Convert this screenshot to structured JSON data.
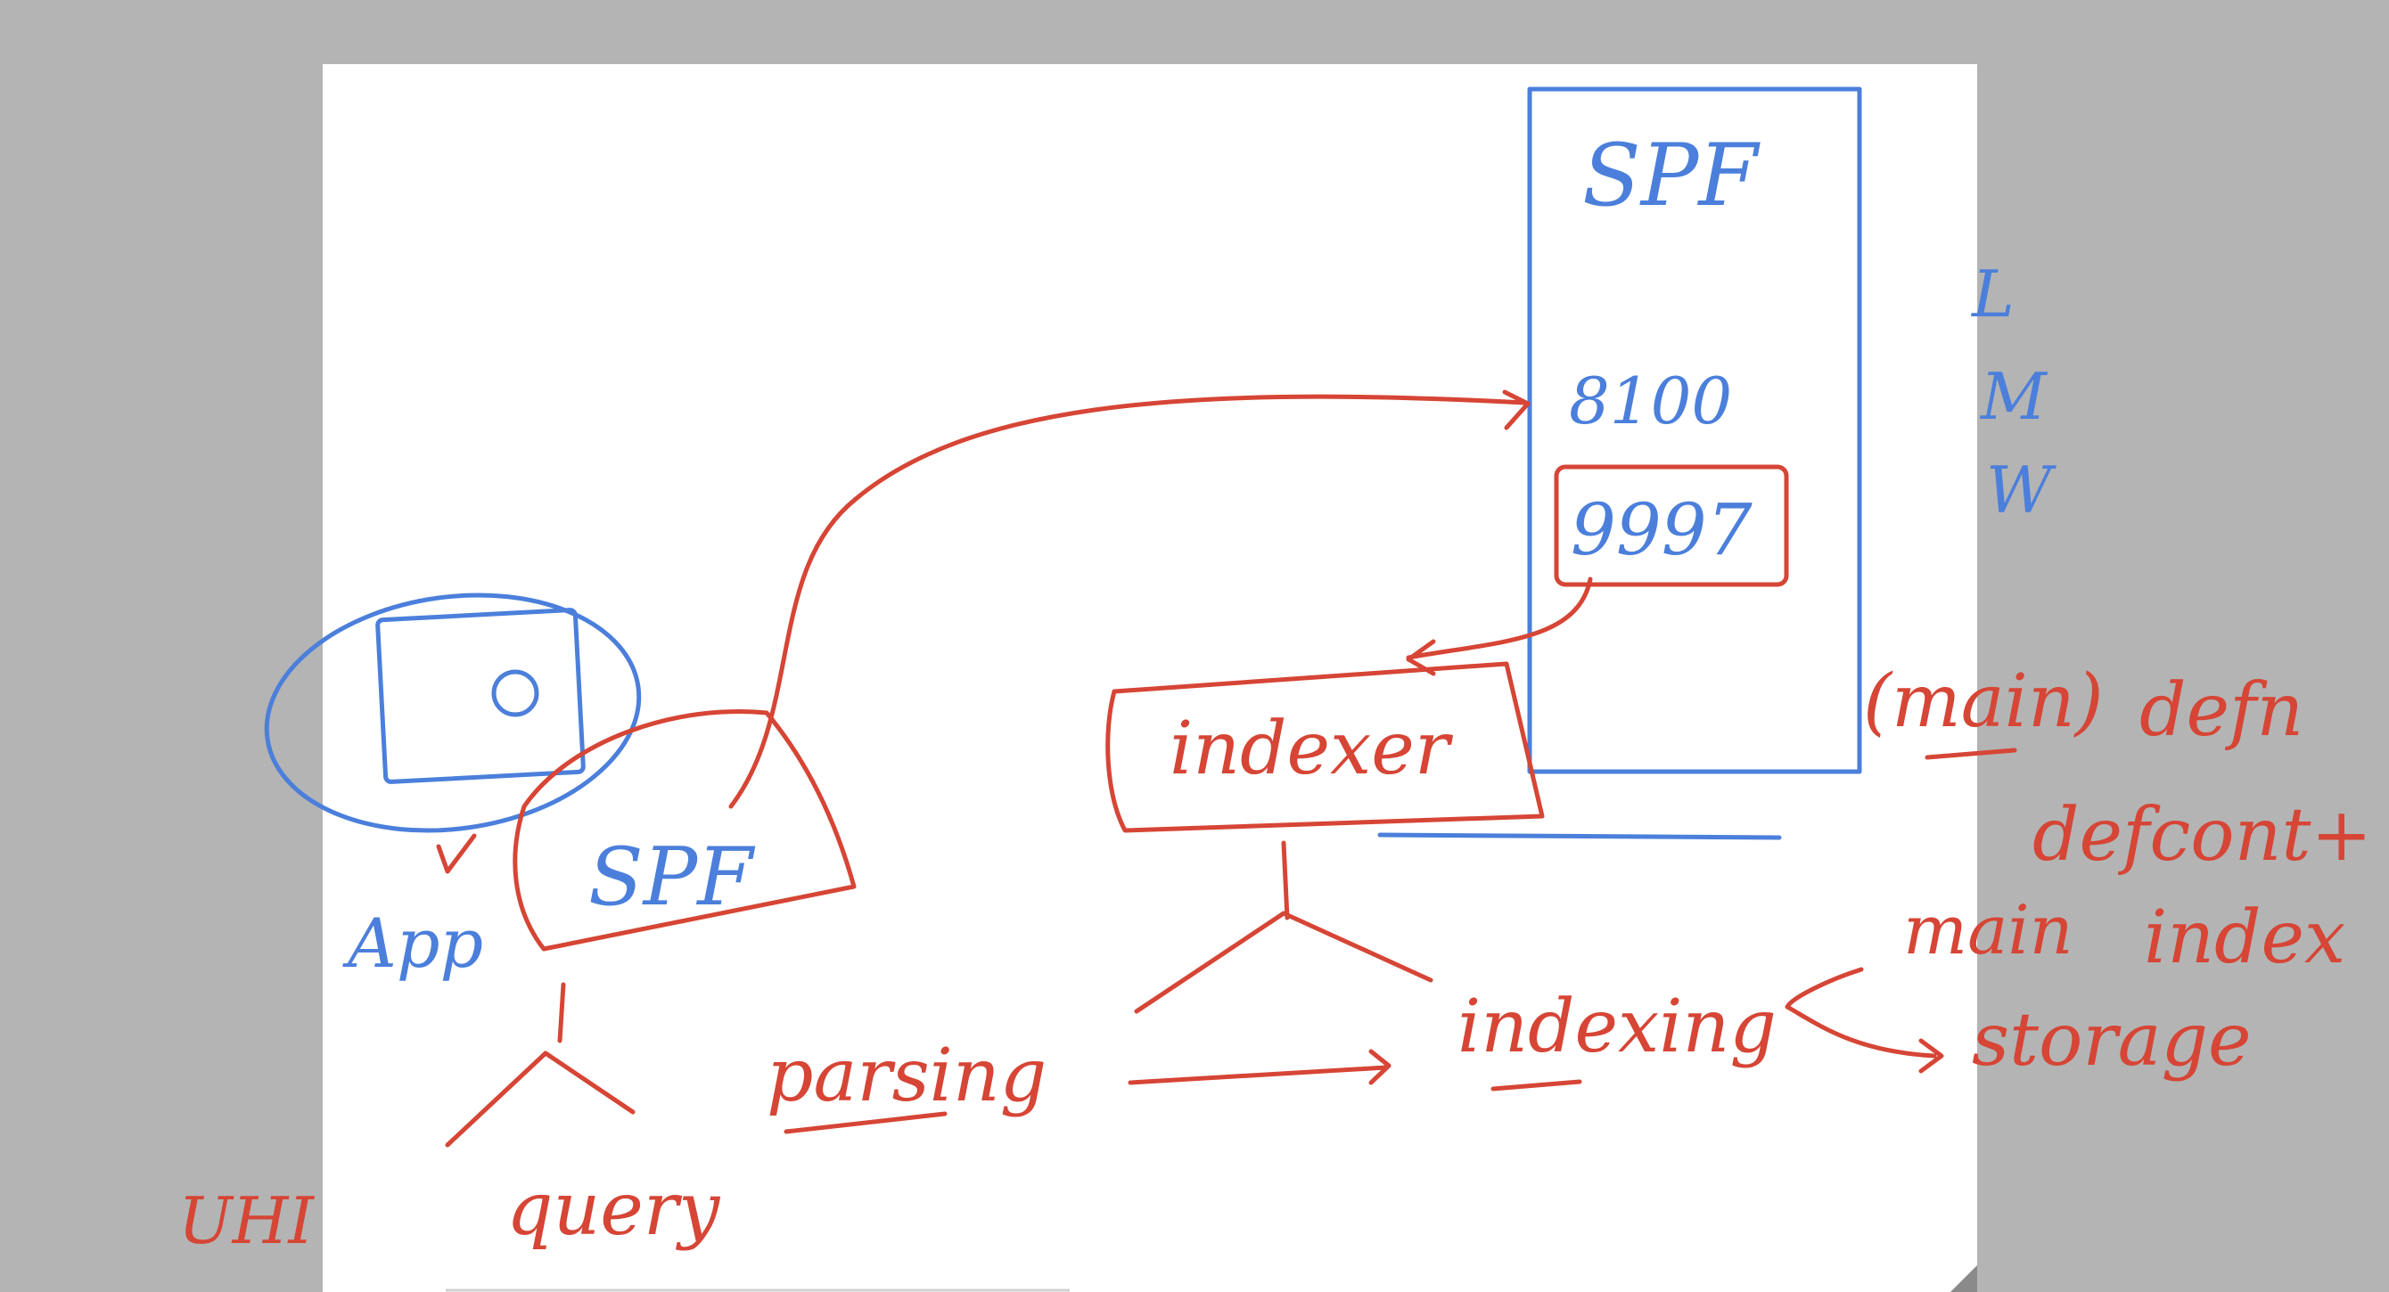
{
  "colors": {
    "background": "#b4b4b4",
    "page": "#ffffff",
    "red_ink": "#d64535",
    "blue_ink": "#4b7fdb"
  },
  "labels": {
    "spf_server": "SPF",
    "port_1": "8100",
    "port_2": "9997",
    "side_l": "L",
    "side_m": "M",
    "side_w": "W",
    "indexer": "indexer",
    "app": "App",
    "spf_client": "SPF",
    "uhi": "UHI",
    "query": "query",
    "parsing": "parsing",
    "indexing": "indexing",
    "storage": "storage",
    "main_paren": "(main)",
    "defn": "defn",
    "defcont": "defcont+",
    "main": "main",
    "index": "index"
  }
}
